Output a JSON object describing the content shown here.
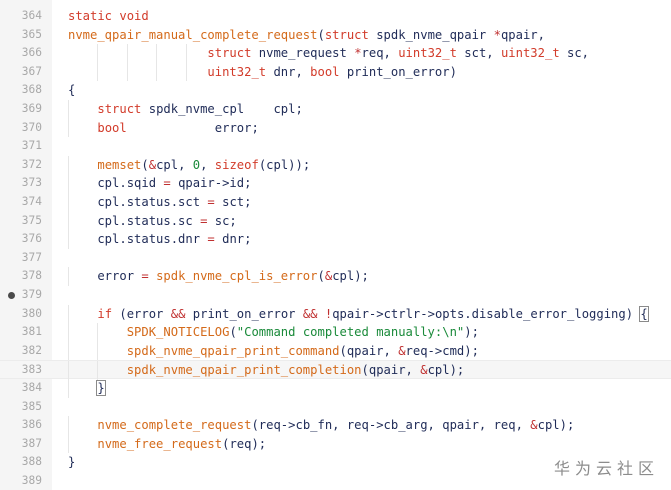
{
  "editor": {
    "first_line_number": 364,
    "breakpoint_line": 379,
    "current_line": 383,
    "lines": [
      [
        [
          "kw",
          "static "
        ],
        [
          "kw",
          "void"
        ]
      ],
      [
        [
          "fn",
          "nvme_qpair_manual_complete_request"
        ],
        [
          "pl",
          "("
        ],
        [
          "kw",
          "struct "
        ],
        [
          "pl",
          "spdk_nvme_qpair "
        ],
        [
          "op",
          "*"
        ],
        [
          "pl",
          "qpair,"
        ]
      ],
      [
        [
          "pl",
          "                   "
        ],
        [
          "kw",
          "struct "
        ],
        [
          "pl",
          "nvme_request "
        ],
        [
          "op",
          "*"
        ],
        [
          "pl",
          "req, "
        ],
        [
          "kw",
          "uint32_t "
        ],
        [
          "pl",
          "sct, "
        ],
        [
          "kw",
          "uint32_t "
        ],
        [
          "pl",
          "sc,"
        ]
      ],
      [
        [
          "pl",
          "                   "
        ],
        [
          "kw",
          "uint32_t "
        ],
        [
          "pl",
          "dnr, "
        ],
        [
          "kw",
          "bool "
        ],
        [
          "pl",
          "print_on_error)"
        ]
      ],
      [
        [
          "pl",
          "{"
        ]
      ],
      [
        [
          "pl",
          "    "
        ],
        [
          "kw",
          "struct "
        ],
        [
          "pl",
          "spdk_nvme_cpl    cpl;"
        ]
      ],
      [
        [
          "pl",
          "    "
        ],
        [
          "kw",
          "bool"
        ],
        [
          "pl",
          "            error;"
        ]
      ],
      [],
      [
        [
          "pl",
          "    "
        ],
        [
          "fn",
          "memset"
        ],
        [
          "pl",
          "("
        ],
        [
          "op",
          "&"
        ],
        [
          "pl",
          "cpl, "
        ],
        [
          "num",
          "0"
        ],
        [
          "pl",
          ", "
        ],
        [
          "kw",
          "sizeof"
        ],
        [
          "pl",
          "(cpl));"
        ]
      ],
      [
        [
          "pl",
          "    cpl.sqid "
        ],
        [
          "op",
          "="
        ],
        [
          "pl",
          " qpair->id;"
        ]
      ],
      [
        [
          "pl",
          "    cpl.status.sct "
        ],
        [
          "op",
          "="
        ],
        [
          "pl",
          " sct;"
        ]
      ],
      [
        [
          "pl",
          "    cpl.status.sc "
        ],
        [
          "op",
          "="
        ],
        [
          "pl",
          " sc;"
        ]
      ],
      [
        [
          "pl",
          "    cpl.status.dnr "
        ],
        [
          "op",
          "="
        ],
        [
          "pl",
          " dnr;"
        ]
      ],
      [],
      [
        [
          "pl",
          "    error "
        ],
        [
          "op",
          "="
        ],
        [
          "pl",
          " "
        ],
        [
          "fn",
          "spdk_nvme_cpl_is_error"
        ],
        [
          "pl",
          "("
        ],
        [
          "op",
          "&"
        ],
        [
          "pl",
          "cpl);"
        ]
      ],
      [],
      [
        [
          "pl",
          "    "
        ],
        [
          "kw",
          "if "
        ],
        [
          "pl",
          "(error "
        ],
        [
          "op",
          "&&"
        ],
        [
          "pl",
          " print_on_error "
        ],
        [
          "op",
          "&&"
        ],
        [
          "pl",
          " "
        ],
        [
          "op",
          "!"
        ],
        [
          "pl",
          "qpair->ctrlr->opts.disable_error_logging) "
        ],
        [
          "bm",
          "{"
        ]
      ],
      [
        [
          "pl",
          "        "
        ],
        [
          "fn",
          "SPDK_NOTICELOG"
        ],
        [
          "pl",
          "("
        ],
        [
          "str",
          "\"Command completed manually:\\n\""
        ],
        [
          "pl",
          ");"
        ]
      ],
      [
        [
          "pl",
          "        "
        ],
        [
          "fn",
          "spdk_nvme_qpair_print_command"
        ],
        [
          "pl",
          "(qpair, "
        ],
        [
          "op",
          "&"
        ],
        [
          "pl",
          "req->cmd);"
        ]
      ],
      [
        [
          "pl",
          "        "
        ],
        [
          "fn",
          "spdk_nvme_qpair_print_completion"
        ],
        [
          "pl",
          "(qpair, "
        ],
        [
          "op",
          "&"
        ],
        [
          "pl",
          "cpl);"
        ]
      ],
      [
        [
          "pl",
          "    "
        ],
        [
          "bm",
          "}"
        ]
      ],
      [],
      [
        [
          "pl",
          "    "
        ],
        [
          "fn",
          "nvme_complete_request"
        ],
        [
          "pl",
          "(req->cb_fn, req->cb_arg, qpair, req, "
        ],
        [
          "op",
          "&"
        ],
        [
          "pl",
          "cpl);"
        ]
      ],
      [
        [
          "pl",
          "    "
        ],
        [
          "fn",
          "nvme_free_request"
        ],
        [
          "pl",
          "(req);"
        ]
      ],
      [
        [
          "pl",
          "}"
        ]
      ],
      []
    ]
  },
  "watermark": "华为云社区"
}
